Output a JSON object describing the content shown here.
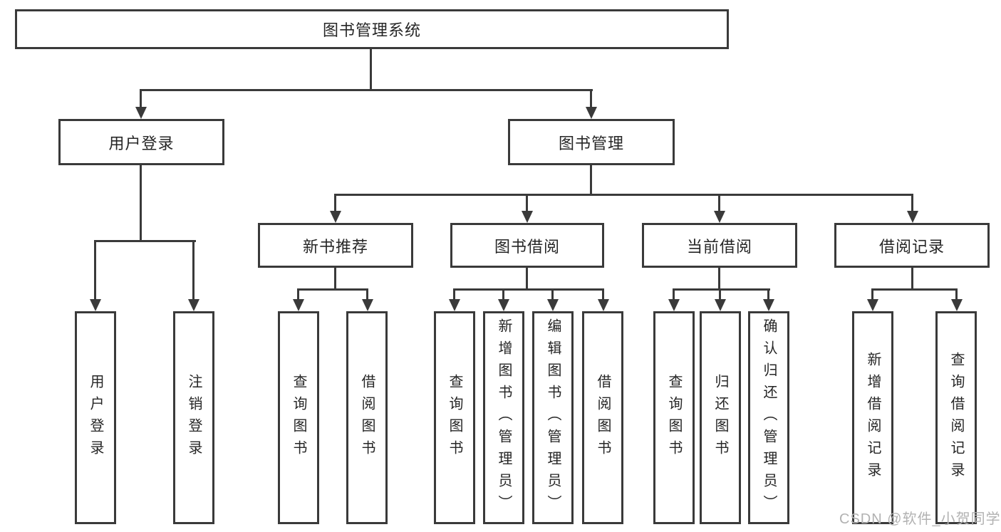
{
  "colors": {
    "line": "#3a3a3a",
    "text": "#262626",
    "background": "#ffffff",
    "watermark": "#b2b2b2"
  },
  "nodes": {
    "root": {
      "label": "图书管理系统"
    },
    "user_login": {
      "label": "用户登录",
      "children": [
        {
          "label": "用户登录"
        },
        {
          "label": "注销登录"
        }
      ]
    },
    "book_management": {
      "label": "图书管理",
      "children": [
        {
          "label": "新书推荐",
          "children": [
            {
              "label": "查询图书"
            },
            {
              "label": "借阅图书"
            }
          ]
        },
        {
          "label": "图书借阅",
          "children": [
            {
              "label": "查询图书"
            },
            {
              "label": "新增图书（管理员）"
            },
            {
              "label": "编辑图书（管理员）"
            },
            {
              "label": "借阅图书"
            }
          ]
        },
        {
          "label": "当前借阅",
          "children": [
            {
              "label": "查询图书"
            },
            {
              "label": "归还图书"
            },
            {
              "label": "确认归还（管理员）"
            }
          ]
        },
        {
          "label": "借阅记录",
          "children": [
            {
              "label": "新增借阅记录"
            },
            {
              "label": "查询借阅记录"
            }
          ]
        }
      ]
    }
  },
  "watermark": "CSDN @软件_小贺同学"
}
